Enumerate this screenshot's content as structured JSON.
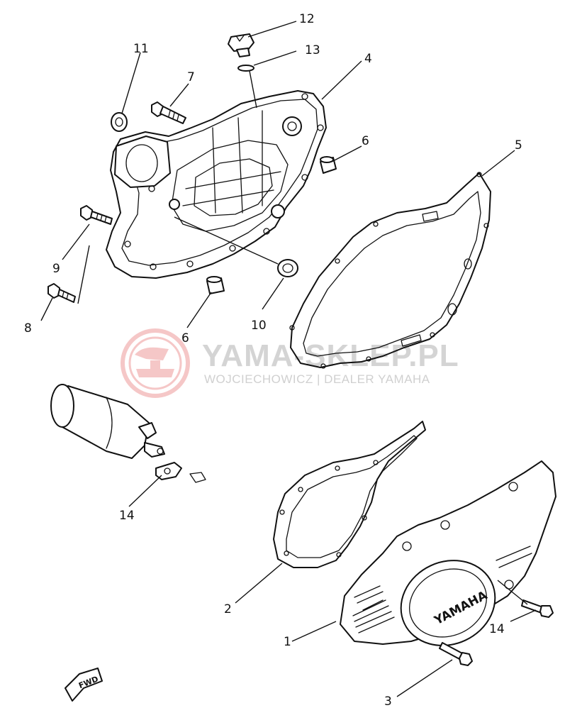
{
  "watermark": {
    "title": "YAMA-SKLEP.PL",
    "subtitle": "WOJCIECHOWICZ | DEALER YAMAHA",
    "logo_color": "#f2b5b5",
    "text_color": "#d4d4d4"
  },
  "cover_brand": "YAMAHA",
  "fwd_arrow": "FWD",
  "callouts": {
    "c1": "1",
    "c2": "2",
    "c3": "3",
    "c4": "4",
    "c5": "5",
    "c6a": "6",
    "c6b": "6",
    "c7": "7",
    "c8": "8",
    "c9": "9",
    "c10": "10",
    "c11": "11",
    "c12": "12",
    "c13": "13",
    "c14a": "14",
    "c14b": "14"
  }
}
